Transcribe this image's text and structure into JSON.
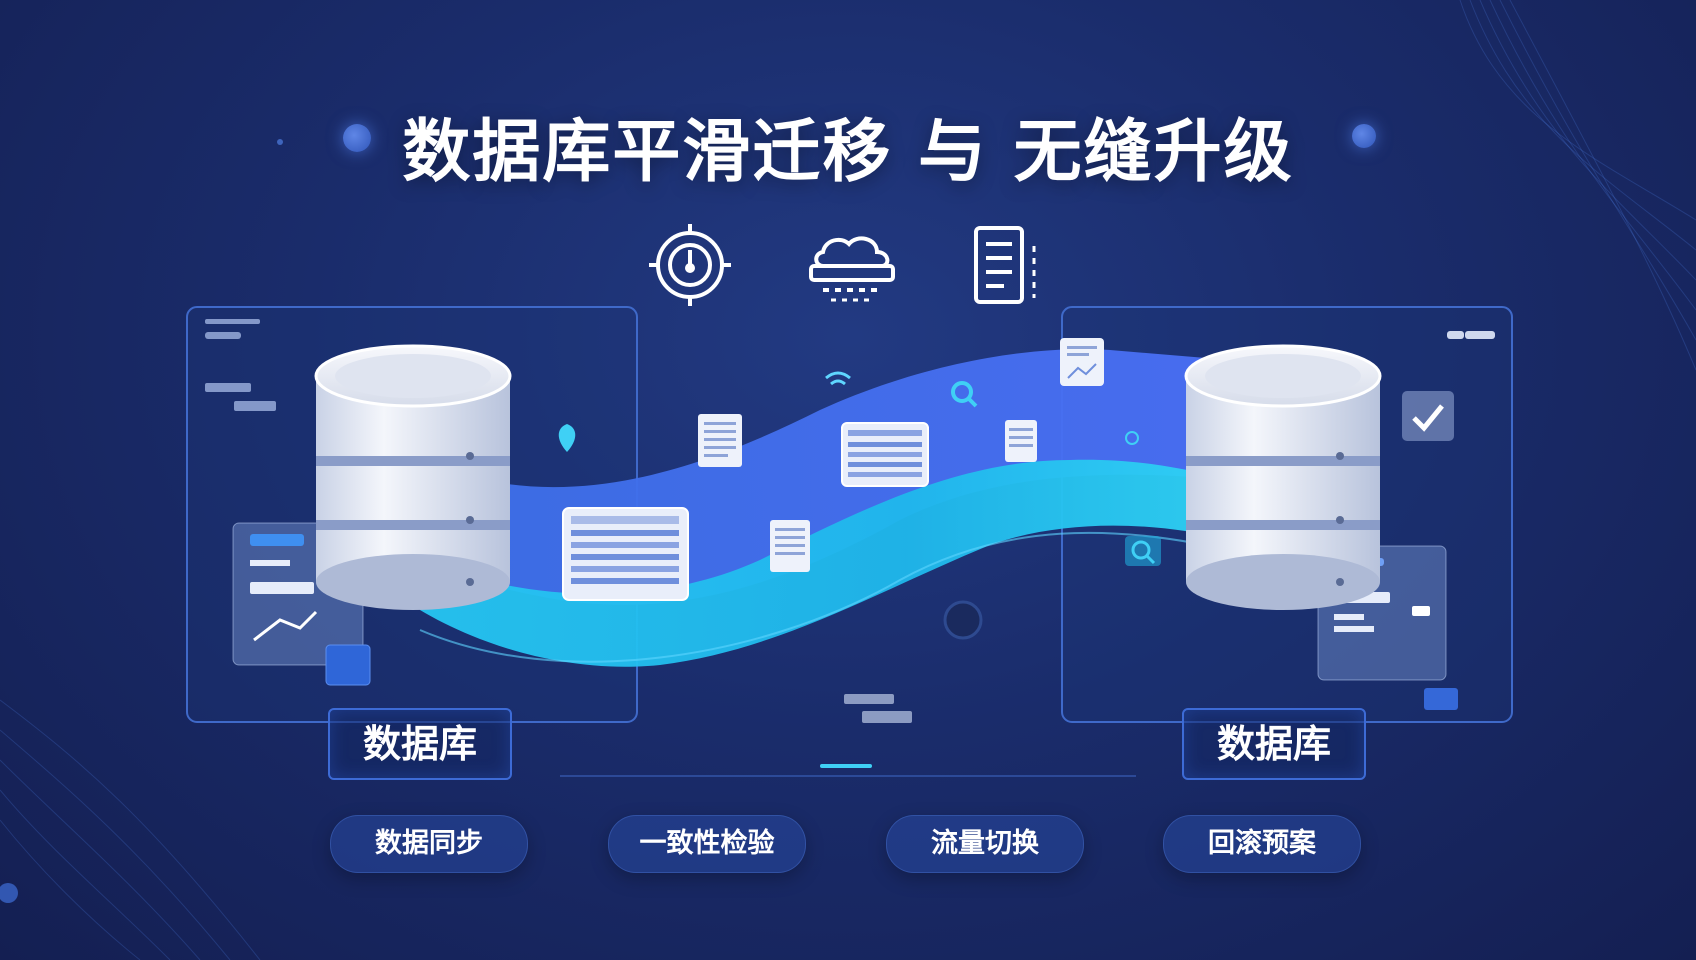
{
  "title": "数据库平滑迁移 与 无缝升级",
  "top_icons": [
    "gauge-target-icon",
    "cloud-server-icon",
    "document-list-icon"
  ],
  "source_db": {
    "label": "数据库"
  },
  "target_db": {
    "label": "数据库"
  },
  "steps": [
    {
      "label": "数据同步"
    },
    {
      "label": "一致性检验"
    },
    {
      "label": "流量切换"
    },
    {
      "label": "回滚预案"
    }
  ],
  "colors": {
    "background": "#1a2c6b",
    "stream_blue": "#3f6ff0",
    "stream_cyan": "#22c8f0",
    "panel_border": "#3d6bd6",
    "text": "#ffffff"
  }
}
